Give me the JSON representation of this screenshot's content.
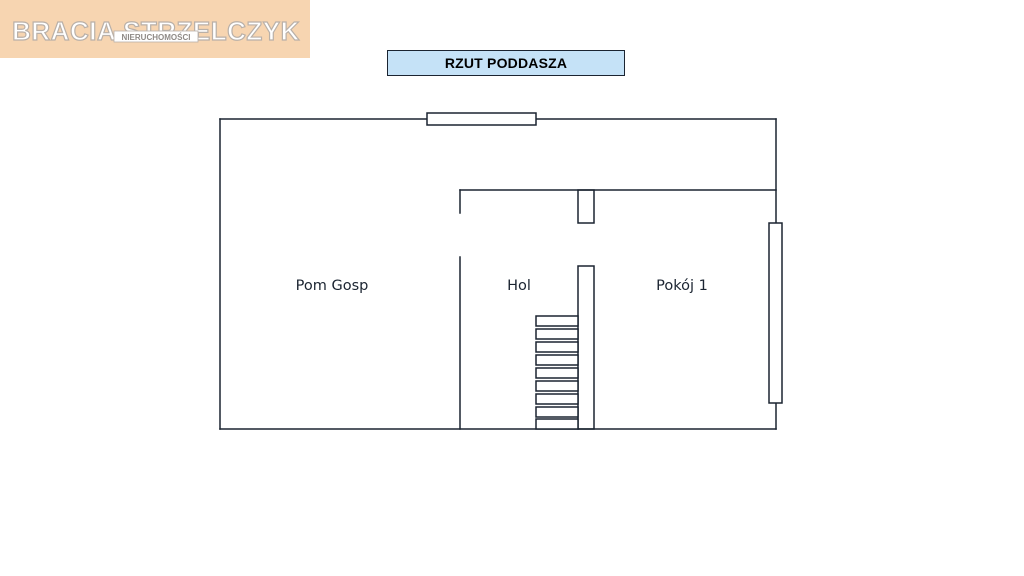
{
  "logo": {
    "brand": "BRACIA STRZELCZYK",
    "tagline": "NIERUCHOMOŚCI"
  },
  "title": "RZUT PODDASZA",
  "rooms": {
    "pom_gosp": "Pom Gosp",
    "hol": "Hol",
    "pokoj1": "Pokój 1"
  },
  "colors": {
    "wall": "#1b2431",
    "title_bg": "#c5e2f7",
    "logo_bg": "#f7d5b1",
    "logo_text": "#ffffff"
  }
}
